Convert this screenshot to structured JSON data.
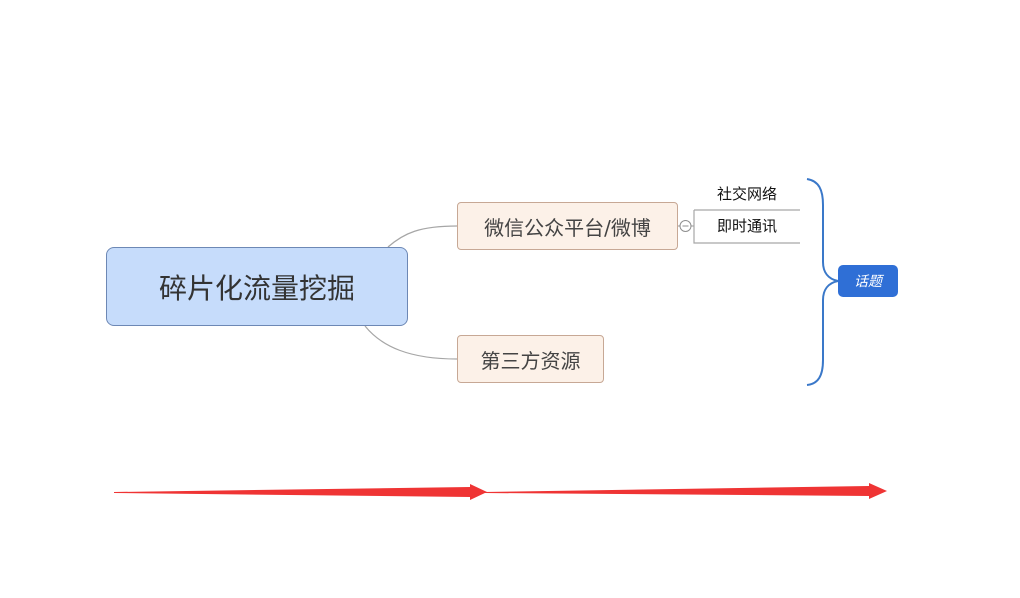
{
  "mindmap": {
    "root": {
      "label": "碎片化流量挖掘"
    },
    "branches": [
      {
        "label": "微信公众平台/微博",
        "children": [
          {
            "label": "社交网络"
          },
          {
            "label": "即时通讯"
          }
        ]
      },
      {
        "label": "第三方资源"
      }
    ],
    "summary": {
      "label": "话题"
    }
  },
  "colors": {
    "root_fill": "#c6dcfb",
    "branch_fill": "#fcf1e8",
    "summary_fill": "#2f6fd6",
    "summary_brace": "#3a78c9",
    "connector": "#a6a6a6",
    "arrow": "#ef3434"
  }
}
